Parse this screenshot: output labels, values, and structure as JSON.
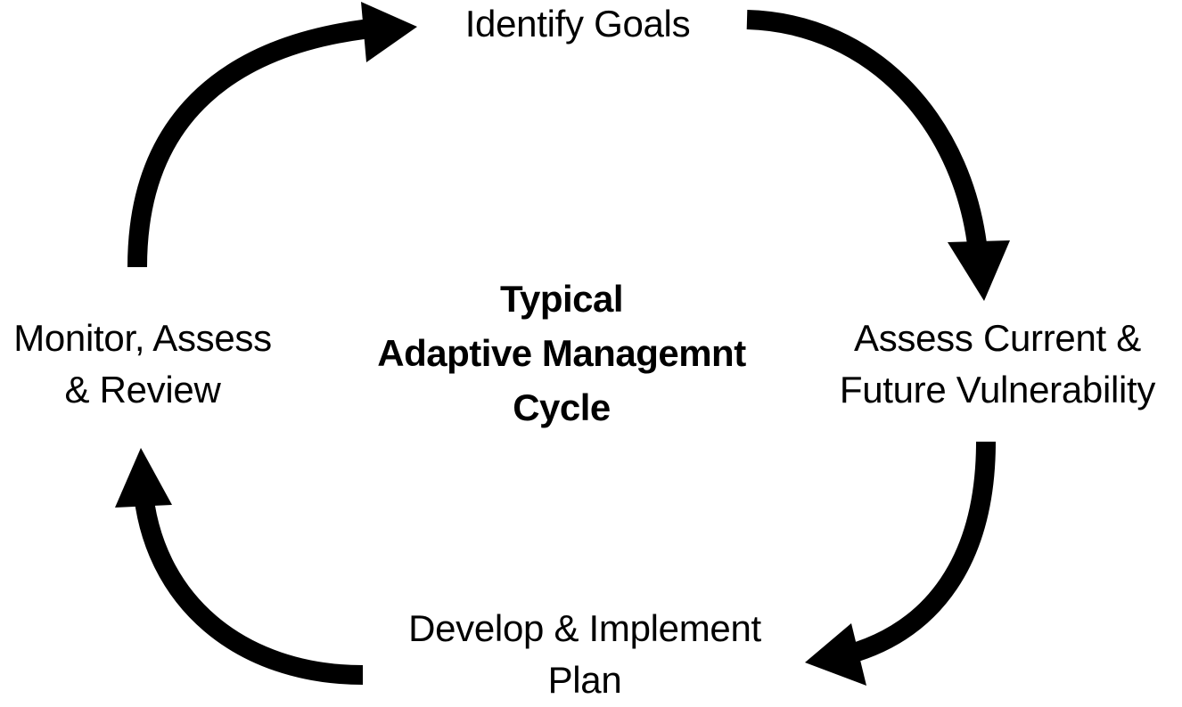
{
  "diagram": {
    "title": {
      "line1": "Typical",
      "line2": "Adaptive Managemnt",
      "line3": "Cycle"
    },
    "nodes": {
      "identify_goals": {
        "line1": "Identify Goals"
      },
      "assess_vulnerability": {
        "line1": "Assess Current &",
        "line2": "Future Vulnerability"
      },
      "develop_plan": {
        "line1": "Develop & Implement",
        "line2": "Plan"
      },
      "monitor_review": {
        "line1": "Monitor, Assess",
        "line2": "& Review"
      }
    },
    "colors": {
      "arrow": "#000000",
      "text": "#000000",
      "background": "#ffffff"
    }
  }
}
